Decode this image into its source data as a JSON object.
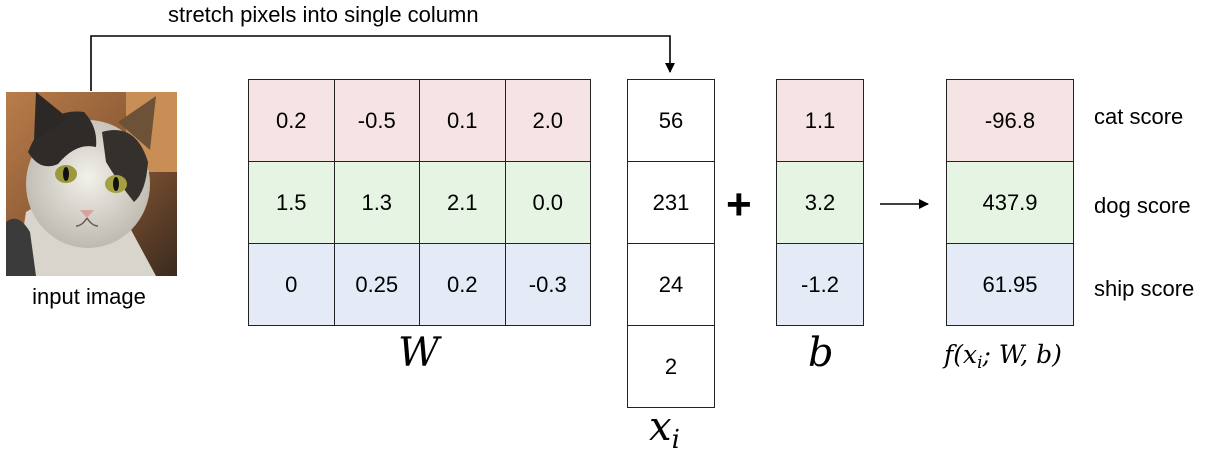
{
  "caption_top": "stretch pixels into single column",
  "input_caption": "input image",
  "matrix_W": {
    "label": "W",
    "rows": [
      [
        "0.2",
        "-0.5",
        "0.1",
        "2.0"
      ],
      [
        "1.5",
        "1.3",
        "2.1",
        "0.0"
      ],
      [
        "0",
        "0.25",
        "0.2",
        "-0.3"
      ]
    ]
  },
  "vector_x": {
    "label_base": "x",
    "label_sub": "i",
    "values": [
      "56",
      "231",
      "24",
      "2"
    ]
  },
  "plus": "+",
  "vector_b": {
    "label": "b",
    "values": [
      "1.1",
      "3.2",
      "-1.2"
    ]
  },
  "vector_f": {
    "label_prefix": "f(x",
    "label_sub": "i",
    "label_suffix": "; W, b)",
    "values": [
      "-96.8",
      "437.9",
      "61.95"
    ]
  },
  "score_labels": [
    "cat score",
    "dog score",
    "ship score"
  ],
  "colors": {
    "row_cat": "#f5e4e3",
    "row_dog": "#e6f5e3",
    "row_ship": "#e4ebf7"
  }
}
